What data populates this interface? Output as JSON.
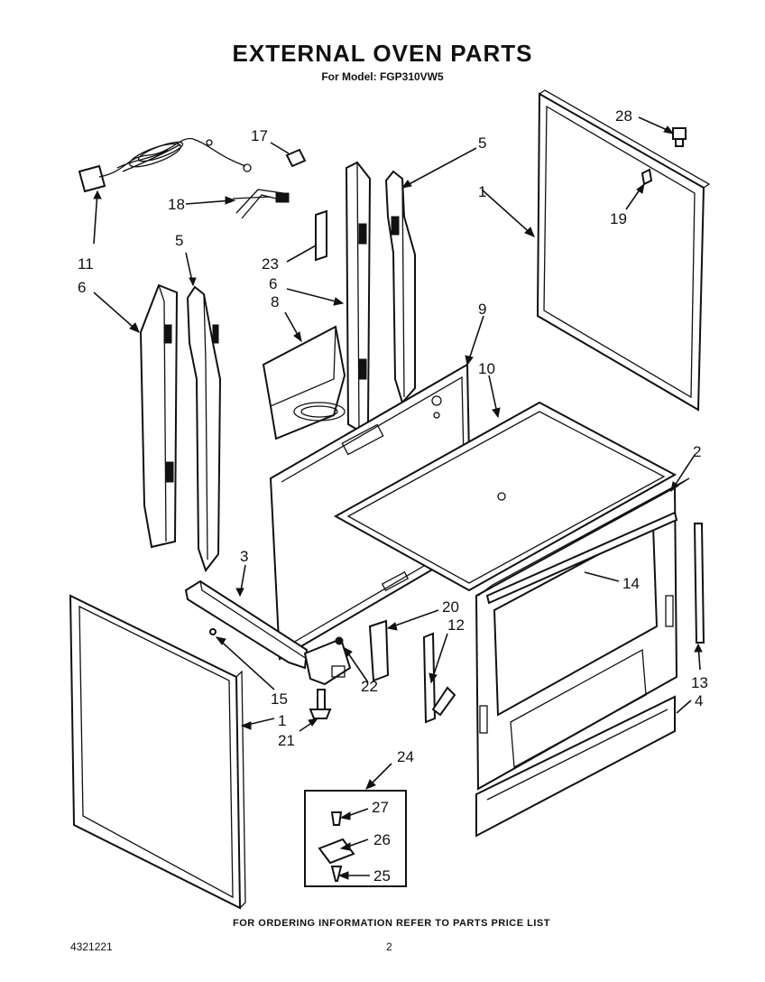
{
  "header": {
    "title": "EXTERNAL OVEN PARTS",
    "subtitle": "For Model: FGP310VW5"
  },
  "callouts": {
    "c1a": "1",
    "c1b": "1",
    "c2": "2",
    "c3": "3",
    "c4": "4",
    "c5a": "5",
    "c5b": "5",
    "c6a": "6",
    "c6b": "6",
    "c8": "8",
    "c9": "9",
    "c10": "10",
    "c11": "11",
    "c12": "12",
    "c13": "13",
    "c14": "14",
    "c15": "15",
    "c17": "17",
    "c18": "18",
    "c19": "19",
    "c20": "20",
    "c21": "21",
    "c22": "22",
    "c23": "23",
    "c24": "24",
    "c25": "25",
    "c26": "26",
    "c27": "27",
    "c28": "28"
  },
  "footer": {
    "note": "FOR ORDERING INFORMATION REFER TO PARTS PRICE LIST",
    "doc_number": "4321221",
    "page_number": "2"
  }
}
